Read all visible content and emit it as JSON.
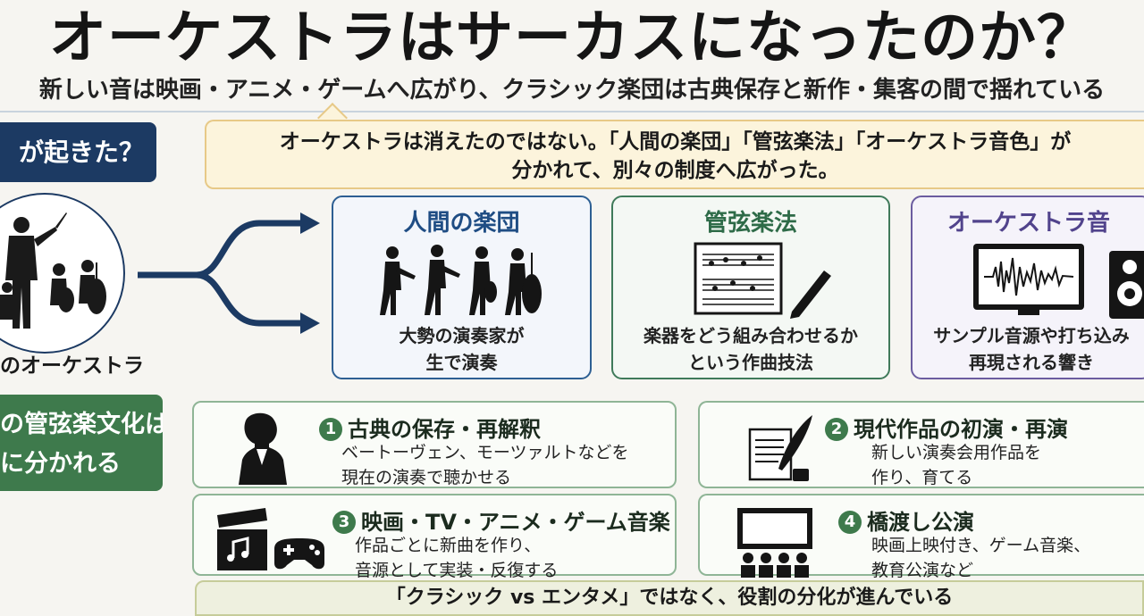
{
  "title": "オーケストラはサーカスになったのか？",
  "subtitle": "新しい音は映画・アニメ・ゲームへ広がり、クラシック楽団は古典保存と新作・集客の間で揺れている",
  "section1": {
    "label": "が起きた？"
  },
  "callout": {
    "line1": "オーケストラは消えたのではない。「人間の楽団」「管弦楽法」「オーケストラ音色」が",
    "line2": "分かれて、別々の制度へ広がった。"
  },
  "origin": {
    "label": "のオーケストラ"
  },
  "cards": [
    {
      "title": "人間の楽団",
      "line1": "大勢の演奏家が",
      "line2": "生で演奏"
    },
    {
      "title": "管弦楽法",
      "line1": "楽器をどう組み合わせるか",
      "line2": "という作曲技法"
    },
    {
      "title": "オーケストラ音",
      "line1": "サンプル音源や打ち込み",
      "line2": "再現される響き"
    }
  ],
  "section2": {
    "line1": "の管弦楽文化は",
    "line2": "に分かれる"
  },
  "roles": [
    {
      "num": "1",
      "title": "古典の保存・再解釈",
      "line1": "ベートーヴェン、モーツァルトなどを",
      "line2": "現在の演奏で聴かせる"
    },
    {
      "num": "2",
      "title": "現代作品の初演・再演",
      "line1": "新しい演奏会用作品を",
      "line2": "作り、育てる"
    },
    {
      "num": "3",
      "title": "映画・TV・アニメ・ゲーム音楽",
      "line1": "作品ごとに新曲を作り、",
      "line2": "音源として実装・反復する"
    },
    {
      "num": "4",
      "title": "橋渡し公演",
      "line1": "映画上映付き、ゲーム音楽、",
      "line2": "教育公演など"
    }
  ],
  "bottom_banner": "「クラシック vs エンタメ」ではなく、役割の分化が進んでいる",
  "colors": {
    "navy": "#1c3a63",
    "green": "#3e7a4c",
    "gold": "#e7c987",
    "purple": "#6b5ca0"
  }
}
